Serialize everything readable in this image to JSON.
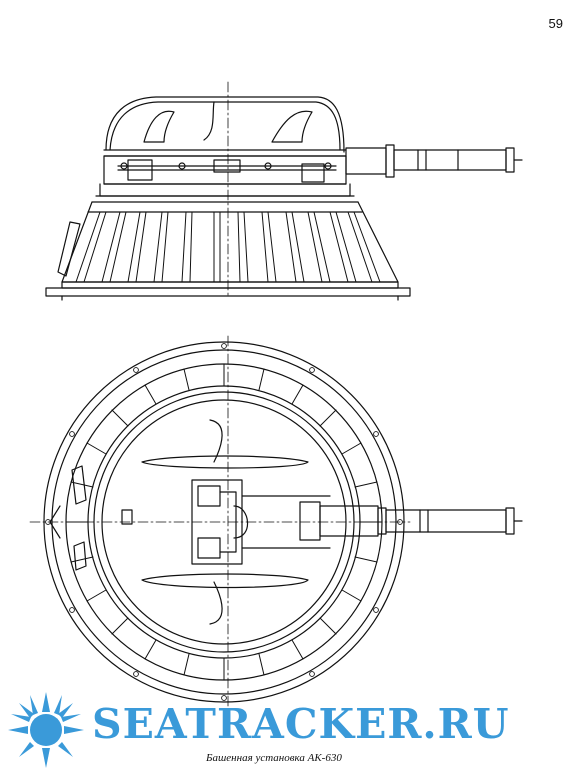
{
  "page": {
    "number": "59"
  },
  "caption": "Башенная установка АК-630",
  "watermark": {
    "text": "SEATRACKER.RU",
    "color": "#3a9ad9"
  },
  "drawings": [
    {
      "view": "side-elevation"
    },
    {
      "view": "top-plan"
    }
  ]
}
